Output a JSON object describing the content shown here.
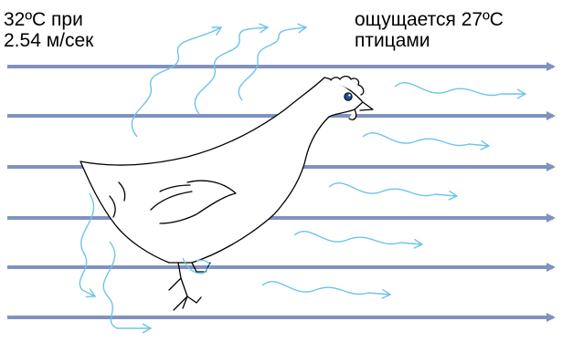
{
  "left_label": {
    "line1": "32ºC при",
    "line2": "2.54 м/сек"
  },
  "right_label": {
    "line1": "ощущается 27ºC",
    "line2": "птицами"
  },
  "colors": {
    "wind_line": "#7f92c0",
    "air_wave": "#6ec4e8",
    "outline": "#000000",
    "eye": "#1f4e9a"
  },
  "icons": {
    "bird": "chicken-icon"
  }
}
